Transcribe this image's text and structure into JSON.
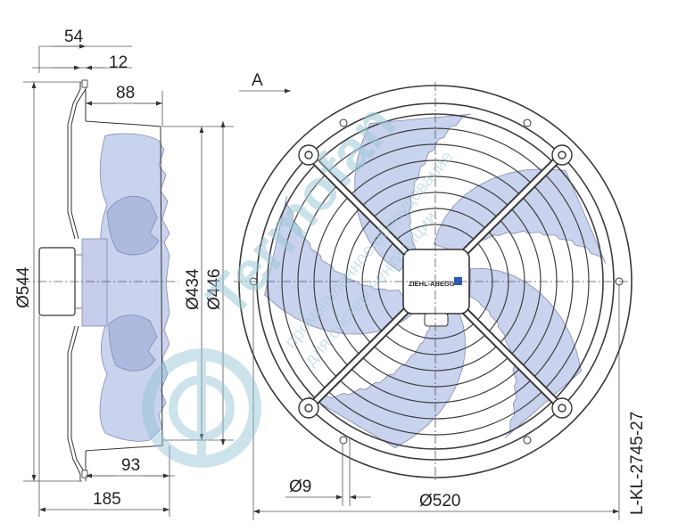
{
  "dimensions": {
    "top_width": "54",
    "offset": "12",
    "depth": "88",
    "outer_diameter": "Ø544",
    "inner_diameter": "Ø434",
    "ring_diameter": "Ø446",
    "lower_width": "93",
    "total_width": "185",
    "hole_diameter": "Ø9",
    "bolt_circle": "Ø520"
  },
  "view_label": "A",
  "model_code": "L-KL-2745-27",
  "brand_label": "ZIEHL-ABEGG",
  "watermark": {
    "brand": "Termofan",
    "line1": "промышленное оборудование",
    "line2": "для систем вентиляции"
  }
}
